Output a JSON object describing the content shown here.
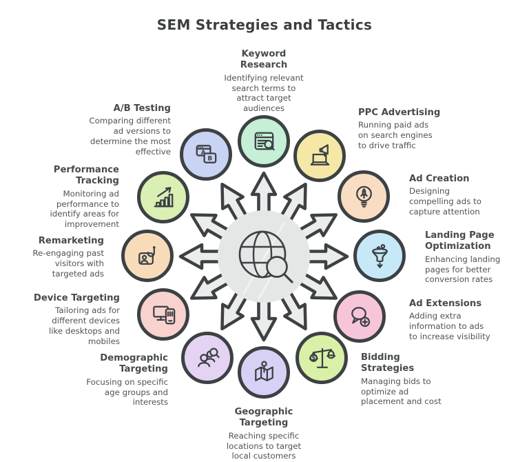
{
  "title": "SEM Strategies and Tactics",
  "center": {
    "icon": "globe-search-icon"
  },
  "colors": {
    "outline": "#3d4144",
    "hub_fill": "#e5e6e6",
    "arrow_fill": "#ebecec",
    "title_text": "#3b3e40",
    "body_text": "#4f5254"
  },
  "nodes": [
    {
      "id": "keyword-research",
      "icon": "keyword-research-icon",
      "color": "#c5efd6",
      "label": "Keyword\nResearch",
      "description": "Identifying relevant\nsearch terms to\nattract target\naudiences"
    },
    {
      "id": "ppc-advertising",
      "icon": "ppc-advertising-icon",
      "color": "#f5e8a6",
      "label": "PPC Advertising",
      "description": "Running paid ads\non search engines\nto drive traffic"
    },
    {
      "id": "ad-creation",
      "icon": "ad-creation-icon",
      "color": "#f9ddc2",
      "label": "Ad Creation",
      "description": "Designing\ncompelling ads to\ncapture attention"
    },
    {
      "id": "landing-page-optimization",
      "icon": "landing-page-optimization-icon",
      "color": "#c6e8f7",
      "label": "Landing Page\nOptimization",
      "description": "Enhancing landing\npages for better\nconversion rates"
    },
    {
      "id": "ad-extensions",
      "icon": "ad-extensions-icon",
      "color": "#f7c5da",
      "label": "Ad Extensions",
      "description": "Adding extra\ninformation to ads\nto increase visibility"
    },
    {
      "id": "bidding-strategies",
      "icon": "bidding-strategies-icon",
      "color": "#d9f0a7",
      "label": "Bidding\nStrategies",
      "description": "Managing bids to\noptimize ad\nplacement and cost"
    },
    {
      "id": "geographic-targeting",
      "icon": "geographic-targeting-icon",
      "color": "#d6d1f5",
      "label": "Geographic\nTargeting",
      "description": "Reaching specific\nlocations to target\nlocal customers"
    },
    {
      "id": "demographic-targeting",
      "icon": "demographic-targeting-icon",
      "color": "#e4d3f3",
      "label": "Demographic\nTargeting",
      "description": "Focusing on specific\nage groups and\ninterests"
    },
    {
      "id": "device-targeting",
      "icon": "device-targeting-icon",
      "color": "#f8d2ce",
      "label": "Device Targeting",
      "description": "Tailoring ads for\ndifferent devices\nlike desktops and\nmobiles"
    },
    {
      "id": "remarketing",
      "icon": "remarketing-icon",
      "color": "#f8dcba",
      "label": "Remarketing",
      "description": "Re-engaging past\nvisitors with\ntargeted ads"
    },
    {
      "id": "performance-tracking",
      "icon": "performance-tracking-icon",
      "color": "#d9efb4",
      "label": "Performance\nTracking",
      "description": "Monitoring ad\nperformance to\nidentify areas for\nimprovement"
    },
    {
      "id": "ab-testing",
      "icon": "ab-testing-icon",
      "color": "#c9d3f3",
      "label": "A/B Testing",
      "description": "Comparing different\nad versions to\ndetermine the most\neffective"
    }
  ]
}
